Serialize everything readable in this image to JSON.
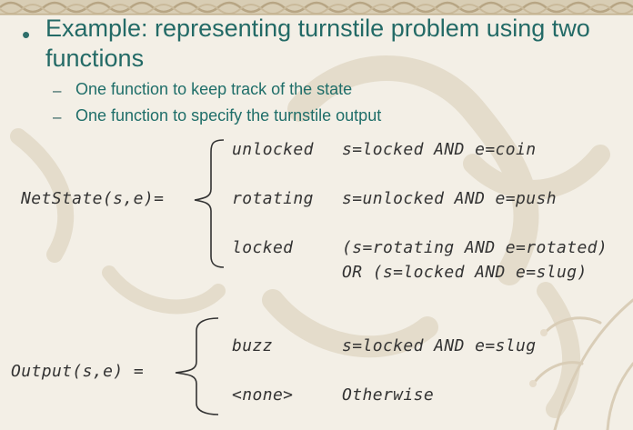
{
  "slide": {
    "bullet": "Example: representing turnstile problem using two functions",
    "sub_bullets": [
      "One function to keep track of the state",
      "One function to specify the turnstile output"
    ],
    "netstate": {
      "lhs": "NetState(s,e)=",
      "cases": [
        {
          "value": "unlocked",
          "condition": "s=locked AND e=coin"
        },
        {
          "value": "rotating",
          "condition": "s=unlocked AND e=push"
        },
        {
          "value": "locked",
          "condition": "(s=rotating AND e=rotated)",
          "condition_cont": "OR (s=locked AND e=slug)"
        }
      ]
    },
    "output": {
      "lhs": "Output(s,e) =",
      "cases": [
        {
          "value": "buzz",
          "condition": "s=locked AND e=slug"
        },
        {
          "value": "<none>",
          "condition": "Otherwise"
        }
      ]
    }
  },
  "colors": {
    "background": "#f3efe6",
    "title_text": "#236a66",
    "body_text": "#333333",
    "border_pattern": "#c9b99a"
  }
}
